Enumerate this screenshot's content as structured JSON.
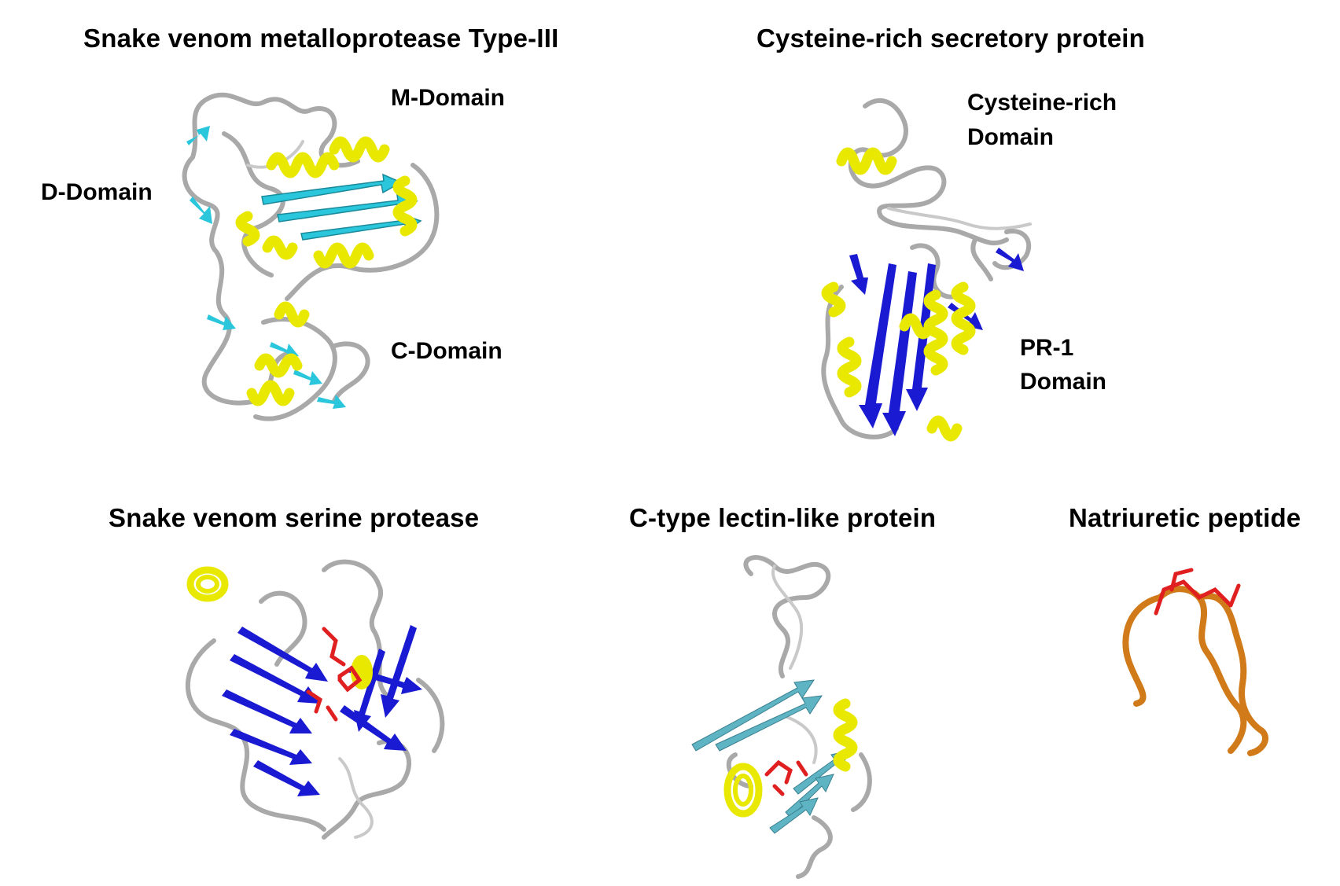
{
  "panels": {
    "svmp": {
      "title": "Snake venom metalloprotease Type-III",
      "domains": {
        "m": "M-Domain",
        "d": "D-Domain",
        "c": "C-Domain"
      }
    },
    "crisp": {
      "title": "Cysteine-rich secretory protein",
      "domains": {
        "cys_line1": "Cysteine-rich",
        "cys_line2": "Domain",
        "pr1_line1": "PR-1",
        "pr1_line2": "Domain"
      }
    },
    "svsp": {
      "title": "Snake venom serine protease"
    },
    "ctl": {
      "title": "C-type lectin-like protein"
    },
    "np": {
      "title": "Natriuretic peptide"
    }
  },
  "colors": {
    "helix": "#e8e800",
    "strand_cyan": "#29c6dc",
    "strand_blue": "#1a1ad2",
    "strand_teal": "#5fb4c4",
    "loop": "#a9a9a9",
    "active_site": "#e02020",
    "peptide": "#d07a1a"
  }
}
